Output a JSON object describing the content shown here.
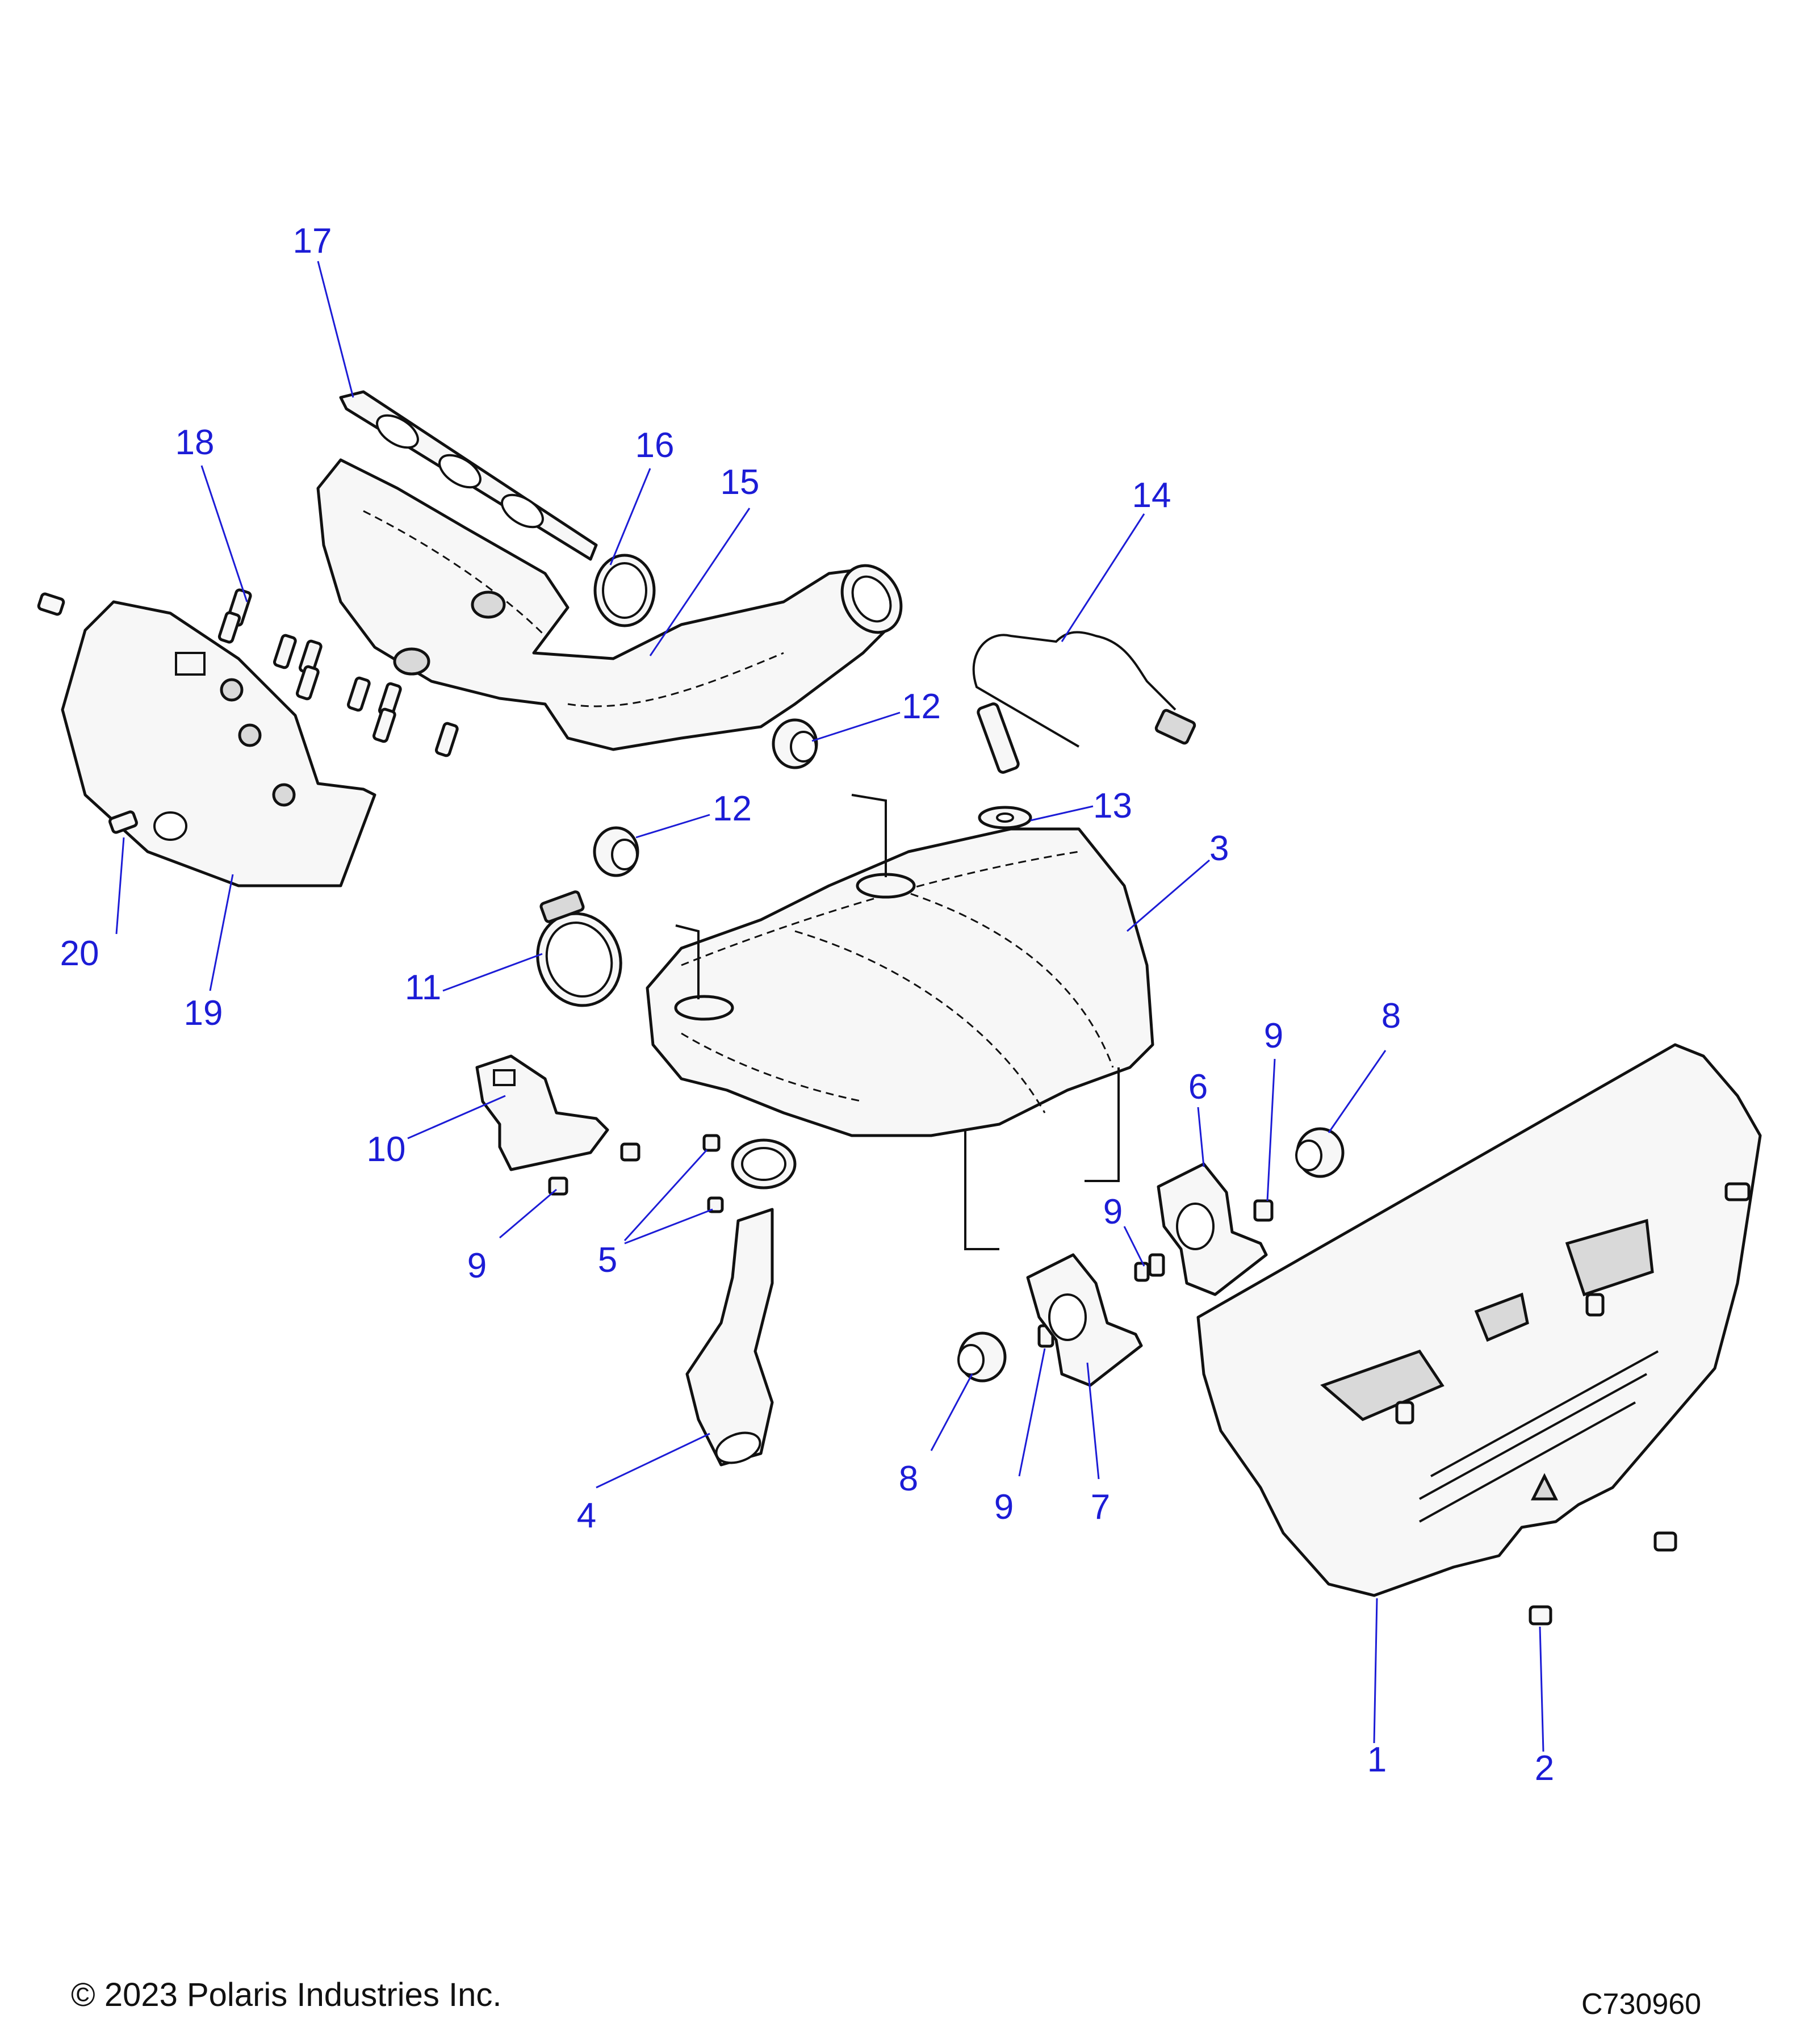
{
  "callouts": [
    {
      "id": "c1",
      "label": "1"
    },
    {
      "id": "c2",
      "label": "2"
    },
    {
      "id": "c3",
      "label": "3"
    },
    {
      "id": "c4",
      "label": "4"
    },
    {
      "id": "c5",
      "label": "5"
    },
    {
      "id": "c6",
      "label": "6"
    },
    {
      "id": "c7",
      "label": "7"
    },
    {
      "id": "c8a",
      "label": "8"
    },
    {
      "id": "c8b",
      "label": "8"
    },
    {
      "id": "c9a",
      "label": "9"
    },
    {
      "id": "c9b",
      "label": "9"
    },
    {
      "id": "c9c",
      "label": "9"
    },
    {
      "id": "c9d",
      "label": "9"
    },
    {
      "id": "c10",
      "label": "10"
    },
    {
      "id": "c11",
      "label": "11"
    },
    {
      "id": "c12a",
      "label": "12"
    },
    {
      "id": "c12b",
      "label": "12"
    },
    {
      "id": "c13",
      "label": "13"
    },
    {
      "id": "c14",
      "label": "14"
    },
    {
      "id": "c15",
      "label": "15"
    },
    {
      "id": "c16",
      "label": "16"
    },
    {
      "id": "c17",
      "label": "17"
    },
    {
      "id": "c18",
      "label": "18"
    },
    {
      "id": "c19",
      "label": "19"
    },
    {
      "id": "c20",
      "label": "20"
    }
  ],
  "footer": {
    "copyright": "© 2023 Polaris Industries Inc.",
    "drawing_number": "C730960"
  },
  "colors": {
    "callout": "#1c1cd6",
    "outline": "#111111"
  }
}
